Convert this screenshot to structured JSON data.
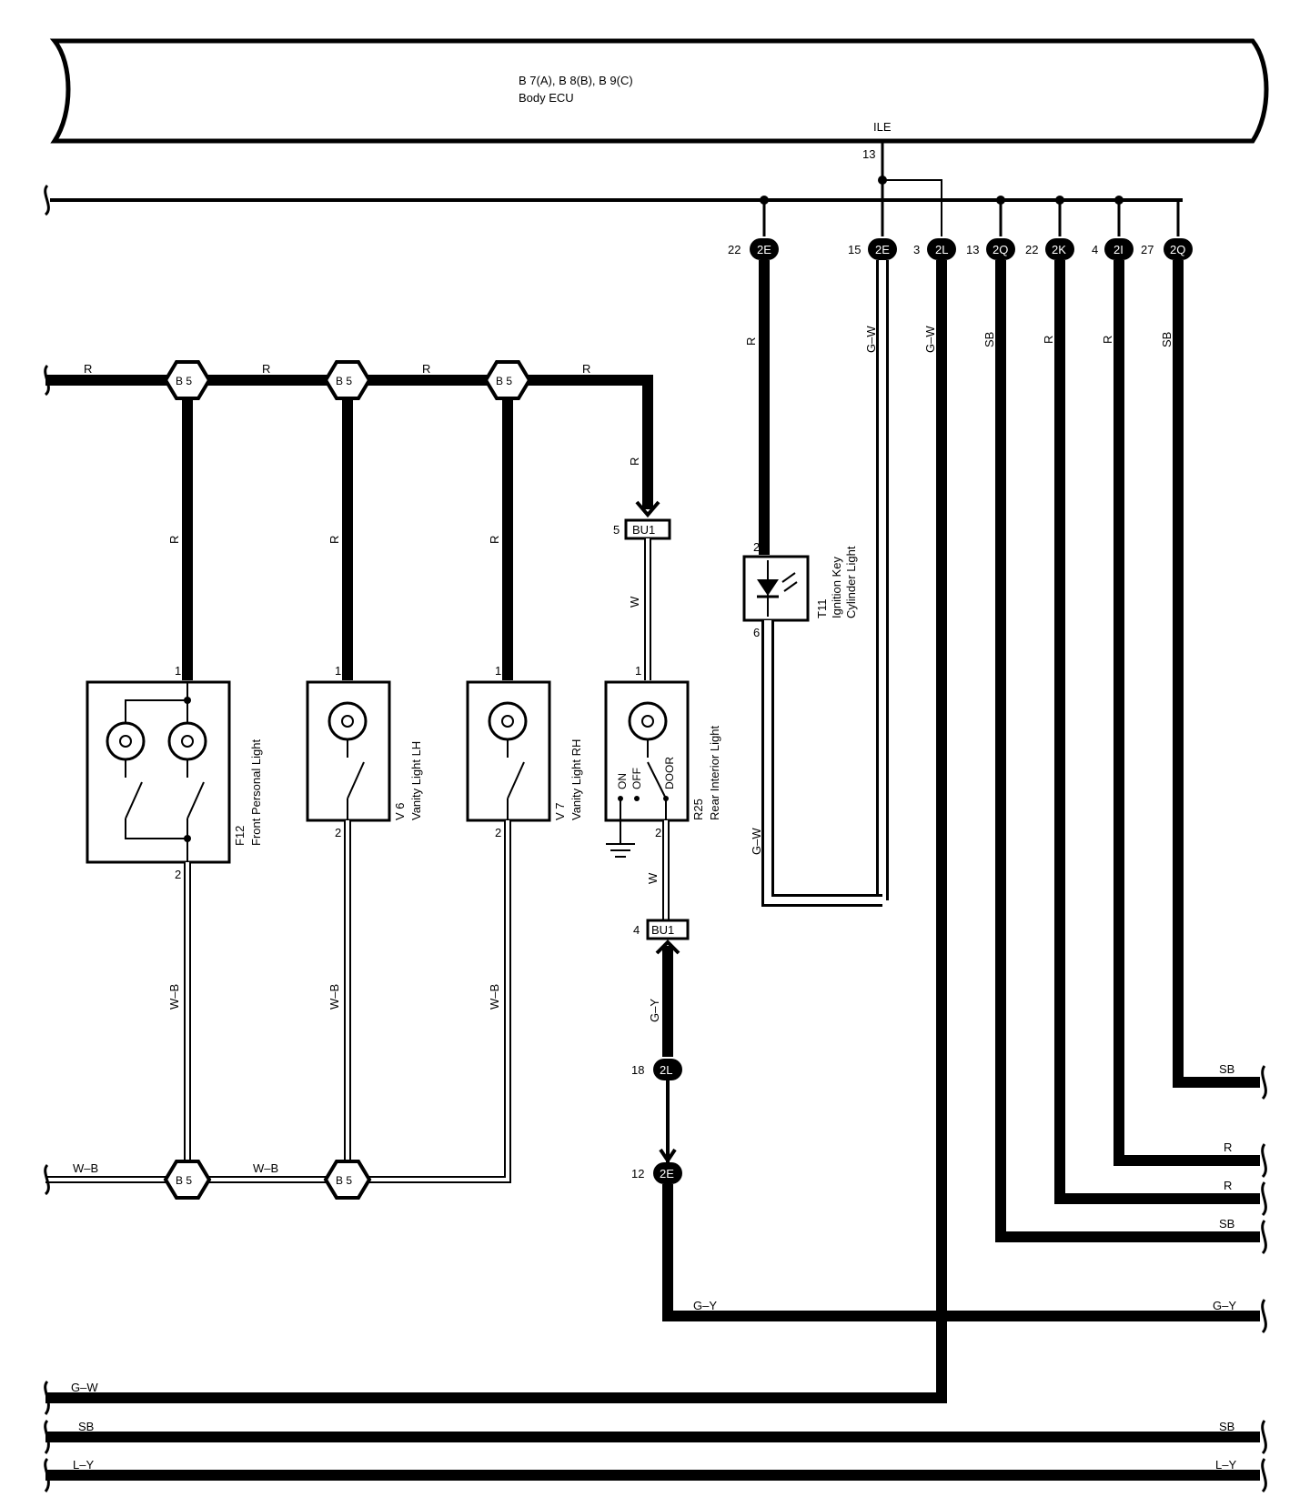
{
  "ecu": {
    "connectors": "B 7(A), B 8(B), B 9(C)",
    "name": "Body ECU",
    "terminal_name": "ILE",
    "terminal_pin": "13"
  },
  "top_connectors": [
    {
      "pin": "22",
      "id": "2E",
      "wire": "R"
    },
    {
      "pin": "15",
      "id": "2E",
      "wire": "G–W"
    },
    {
      "pin": "3",
      "id": "2L",
      "wire": "G–W"
    },
    {
      "pin": "13",
      "id": "2Q",
      "wire": "SB"
    },
    {
      "pin": "22",
      "id": "2K",
      "wire": "R"
    },
    {
      "pin": "4",
      "id": "2I",
      "wire": "R"
    },
    {
      "pin": "27",
      "id": "2Q",
      "wire": "SB"
    }
  ],
  "r_bus": {
    "wire": "R",
    "splice": "B 5",
    "segment_labels": [
      "R",
      "R",
      "R",
      "R"
    ]
  },
  "components": [
    {
      "code": "F12",
      "name": "Front Personal Light",
      "pin_top": "1",
      "pin_bottom": "2",
      "in_wire": "R",
      "out_wire": "W–B"
    },
    {
      "code": "V 6",
      "name": "Vanity Light LH",
      "pin_top": "1",
      "pin_bottom": "2",
      "in_wire": "R",
      "out_wire": "W–B"
    },
    {
      "code": "V 7",
      "name": "Vanity Light RH",
      "pin_top": "1",
      "pin_bottom": "2",
      "in_wire": "R",
      "out_wire": "W–B"
    },
    {
      "code": "R25",
      "name": "Rear Interior Light",
      "pin_top": "1",
      "pin_bottom": "2",
      "switch_on": "ON",
      "switch_off": "OFF",
      "switch_door": "DOOR"
    }
  ],
  "ignition_light": {
    "code": "T11",
    "name_line1": "Ignition Key",
    "name_line2": "Cylinder Light",
    "pin_top": "2",
    "pin_bottom": "6",
    "return_wire": "G–W"
  },
  "rear_chain": {
    "down_wire": "R",
    "bu1_top_pin": "5",
    "bu1_label": "BU1",
    "wire_w1": "W",
    "wire_w2": "W",
    "bu1_bottom_pin": "4",
    "wire_gy": "G–Y",
    "conn_2l_pin": "18",
    "conn_2l_label": "2L",
    "conn_2e_pin": "12",
    "conn_2e_label": "2E",
    "gy_bus_label": "G–Y"
  },
  "wb_bus": {
    "labels": [
      "W–B",
      "W–B"
    ],
    "splice": "B 5"
  },
  "right_outputs": [
    {
      "wire": "SB"
    },
    {
      "wire": "R"
    },
    {
      "wire": "R"
    },
    {
      "wire": "SB"
    },
    {
      "wire": "G–Y"
    }
  ],
  "bottom_buses": [
    {
      "left": "G–W",
      "right": ""
    },
    {
      "left": "SB",
      "right": "SB"
    },
    {
      "left": "L–Y",
      "right": "L–Y"
    }
  ]
}
